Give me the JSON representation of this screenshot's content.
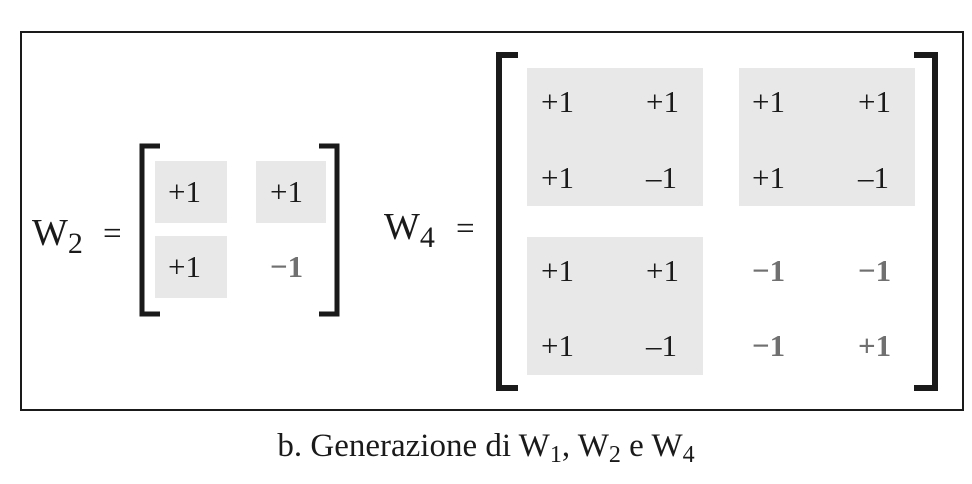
{
  "w2": {
    "name": "W",
    "subscript": "2",
    "equals": "=",
    "cells": [
      [
        "+1",
        "+1"
      ],
      [
        "+1",
        "−1"
      ]
    ]
  },
  "w4": {
    "name": "W",
    "subscript": "4",
    "equals": "=",
    "cells": [
      [
        "+1",
        "+1",
        "+1",
        "+1"
      ],
      [
        "+1",
        "–1",
        "+1",
        "–1"
      ],
      [
        "+1",
        "+1",
        "−1",
        "−1"
      ],
      [
        "+1",
        "–1",
        "−1",
        "+1"
      ]
    ]
  },
  "caption": {
    "prefix": "b. Generazione di W",
    "sub1": "1",
    "sep1": ", W",
    "sub2": "2",
    "sep2": " e W",
    "sub3": "4"
  },
  "colors": {
    "shade": "#e8e8e8",
    "highlight_text": "#707070",
    "line": "#1a1a1a"
  }
}
